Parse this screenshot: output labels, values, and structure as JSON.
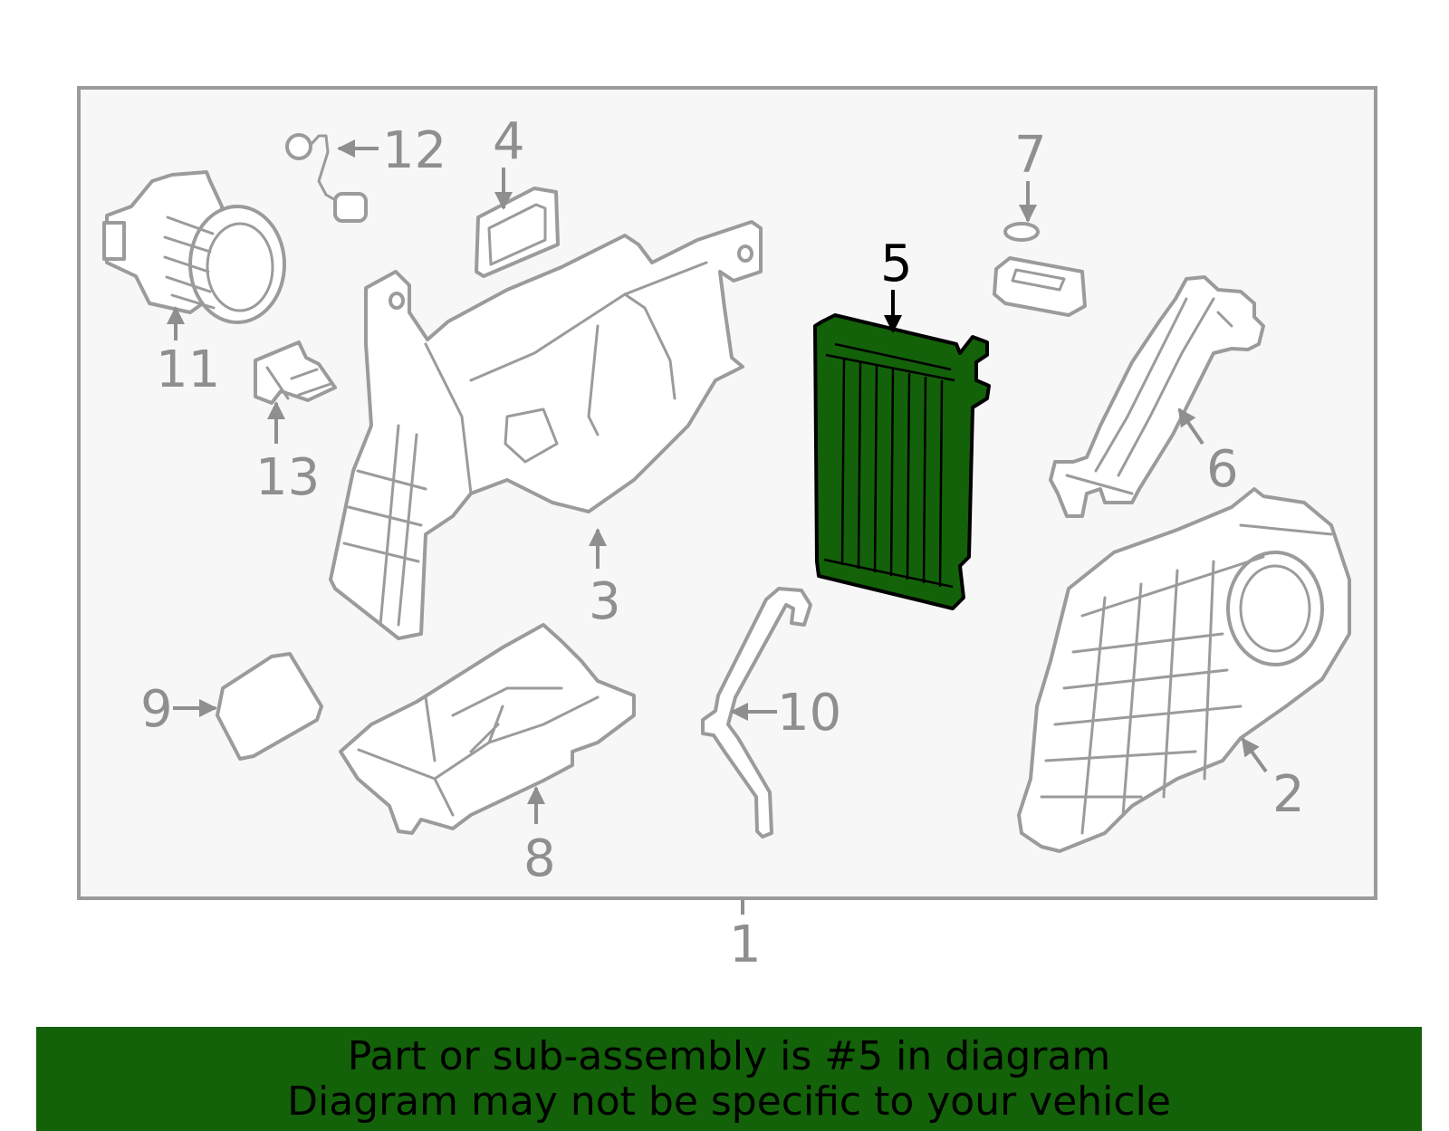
{
  "colors": {
    "frame_fill": "#f7f7f7",
    "frame_stroke": "#9b9b9b",
    "part_stroke": "#9b9b9b",
    "highlight_fill": "#136109",
    "banner_bg": "#136109"
  },
  "callouts": {
    "c1": "1",
    "c2": "2",
    "c3": "3",
    "c4": "4",
    "c5": "5",
    "c6": "6",
    "c7": "7",
    "c8": "8",
    "c9": "9",
    "c10": "10",
    "c11": "11",
    "c12": "12",
    "c13": "13"
  },
  "highlighted_part": "5",
  "banner": {
    "line1": "Part or sub-assembly is #5 in diagram",
    "line2": "Diagram may not be specific to your vehicle"
  }
}
